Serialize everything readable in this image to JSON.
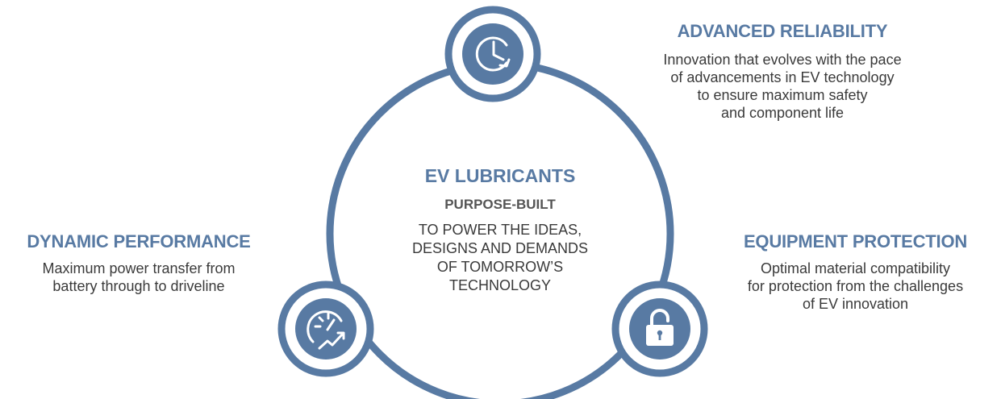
{
  "colors": {
    "primary": "#587aa3",
    "ring_fill": "#ffffff",
    "icon_fill": "#587aa3",
    "icon_stroke": "#ffffff",
    "body_text": "#3a3a3a",
    "sub_text": "#555555"
  },
  "center": {
    "title": "EV LUBRICANTS",
    "subtitle": "PURPOSE-BUILT",
    "body_lines": [
      "TO POWER THE IDEAS,",
      "DESIGNS AND DEMANDS",
      "OF TOMORROW’S",
      "TECHNOLOGY"
    ]
  },
  "nodes": {
    "reliability": {
      "icon": "clock-refresh-icon",
      "title": "ADVANCED RELIABILITY",
      "lines": [
        "Innovation that evolves with the pace",
        "of advancements in EV technology",
        "to ensure maximum safety",
        "and component life"
      ]
    },
    "performance": {
      "icon": "speedometer-trend-icon",
      "title": "DYNAMIC PERFORMANCE",
      "lines": [
        "Maximum power transfer from",
        "battery through to driveline"
      ]
    },
    "protection": {
      "icon": "padlock-icon",
      "title": "EQUIPMENT PROTECTION",
      "lines": [
        "Optimal material compatibility",
        "for protection from the challenges",
        "of EV innovation"
      ]
    }
  }
}
